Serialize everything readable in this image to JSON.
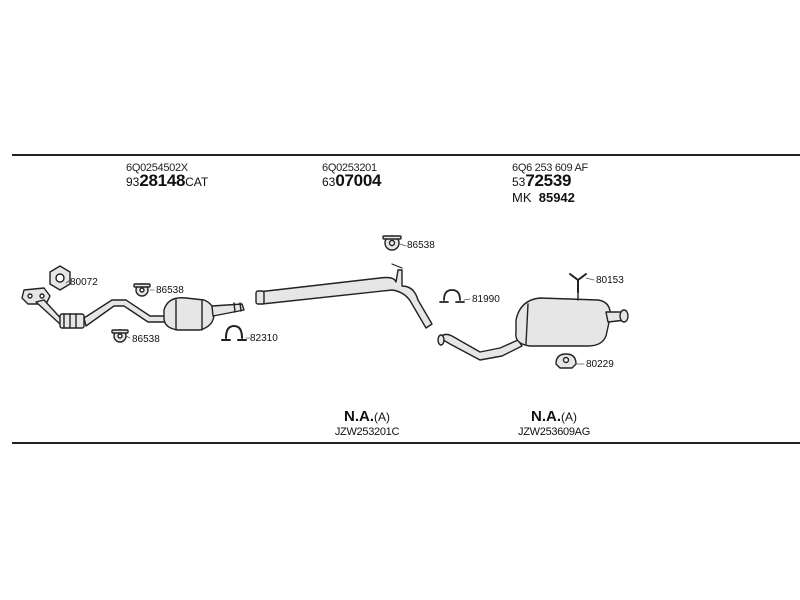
{
  "columns": [
    {
      "oem": "6Q0254502X",
      "ref_prefix": "93",
      "ref_number": "28148",
      "ref_suffix": "CAT"
    },
    {
      "oem": "6Q0253201",
      "ref_prefix": "63",
      "ref_number": "07004",
      "ref_suffix": ""
    },
    {
      "oem": "6Q6 253 609 AF",
      "ref_prefix": "53",
      "ref_number": "72539",
      "ref_suffix": "",
      "mk_label": "MK",
      "mk_number": "85942"
    }
  ],
  "part_labels": {
    "p80072": "80072",
    "p86538_a": "86538",
    "p86538_b": "86538",
    "p82310": "82310",
    "p86538_c": "86538",
    "p81990": "81990",
    "p80153": "80153",
    "p80229": "80229"
  },
  "na_blocks": [
    {
      "main": "N.A.",
      "suffix": "(A)",
      "code": "JZW253201C"
    },
    {
      "main": "N.A.",
      "suffix": "(A)",
      "code": "JZW253609AG"
    }
  ],
  "colors": {
    "line": "#222222",
    "part_fill": "#e6e6e6"
  }
}
